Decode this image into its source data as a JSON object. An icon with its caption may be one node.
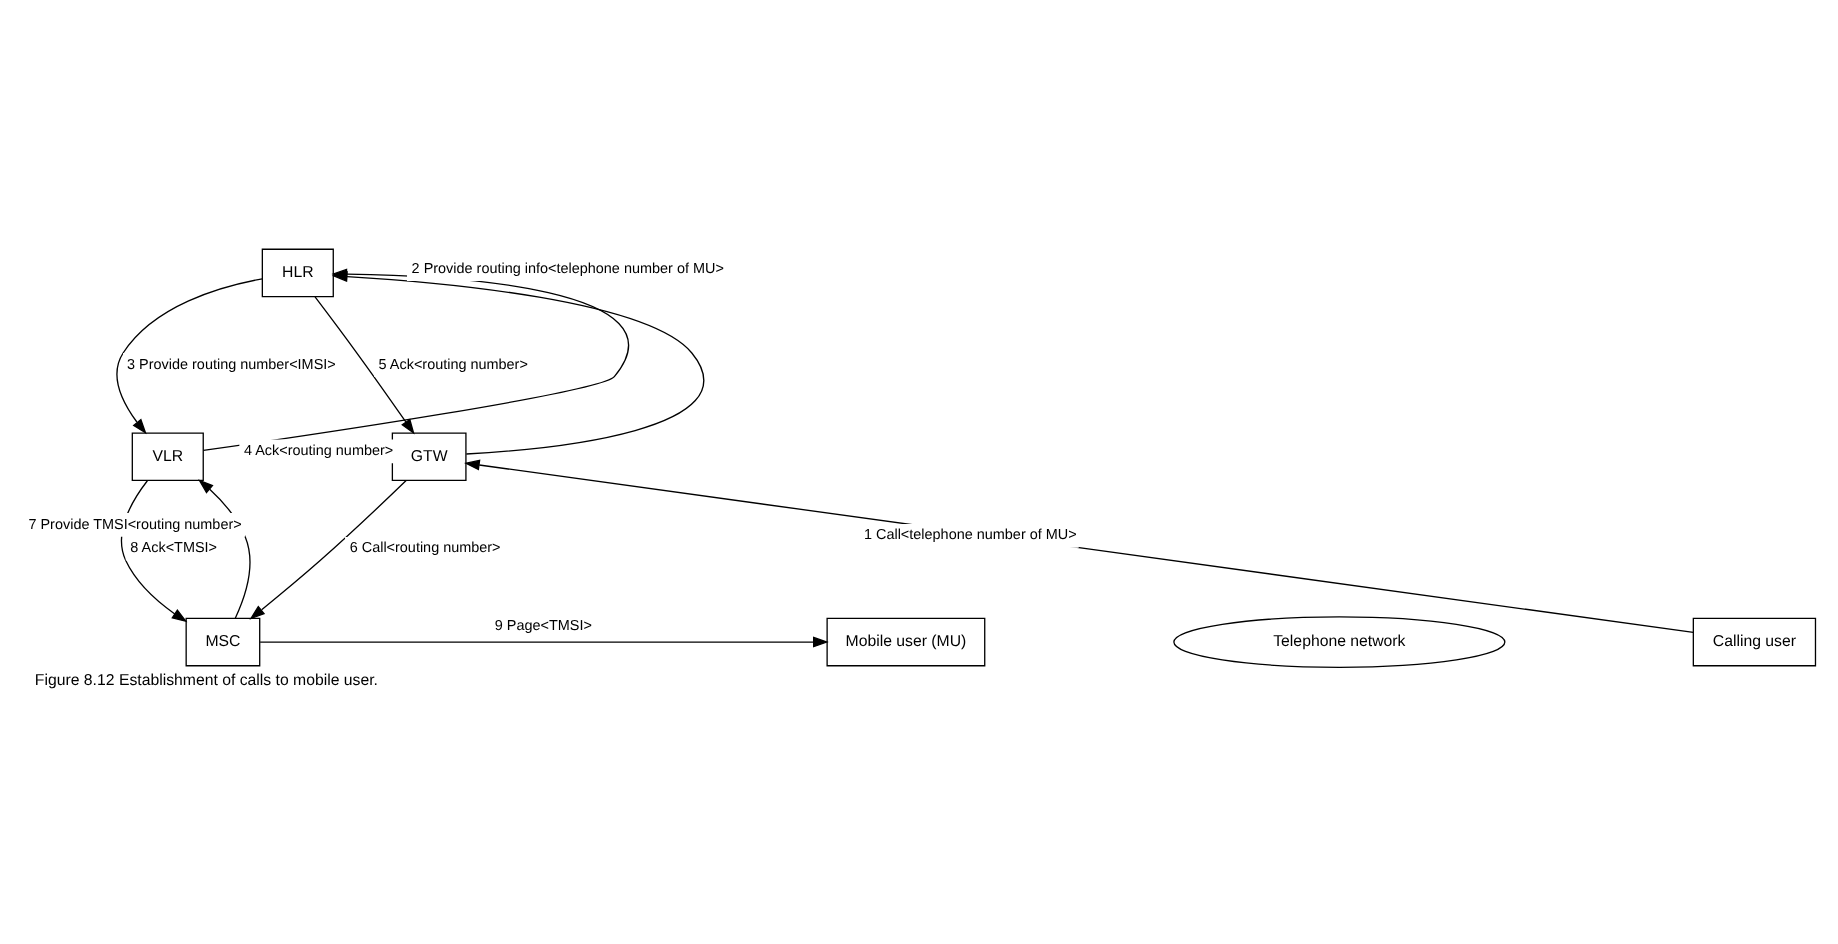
{
  "diagram": {
    "caption": "Figure 8.12 Establishment of calls to mobile user.",
    "nodes": [
      {
        "text": [
          "HLR"
        ]
      },
      {
        "text": [
          "VLR"
        ]
      },
      {
        "text": [
          "GTW"
        ]
      },
      {
        "text": [
          "MSC"
        ]
      },
      {
        "text": [
          "Mobile user (MU)"
        ]
      },
      {
        "text": [
          "Telephone network"
        ]
      },
      {
        "text": [
          "Calling user"
        ]
      }
    ],
    "edges": [
      {
        "from": 0,
        "to": 1,
        "arrow": "to",
        "label": "3 Provide routing number<IMSI>"
      },
      {
        "from": 1,
        "to": 0,
        "arrow": "to",
        "label": "4 Ack<routing number>"
      },
      {
        "from": 2,
        "to": 0,
        "arrow": "to",
        "label": "2 Provide routing info<telephone number of MU>"
      },
      {
        "from": 0,
        "to": 2,
        "arrow": "to",
        "label": "5 Ack<routing number>"
      },
      {
        "from": 3,
        "to": 1,
        "arrow": "to",
        "label": "7 Provide TMSI<routing number>"
      },
      {
        "from": 1,
        "to": 3,
        "arrow": "to",
        "label": "8 Ack<TMSI>"
      },
      {
        "from": 3,
        "to": 4,
        "arrow": "to",
        "label": "9 Page<TMSI>"
      },
      {
        "from": 2,
        "to": 3,
        "arrow": "to",
        "label": "6 Call<routing number>"
      },
      {
        "from": 6,
        "to": 2,
        "arrow": "to",
        "label": "1 Call<telephone number of MU>"
      }
    ]
  }
}
